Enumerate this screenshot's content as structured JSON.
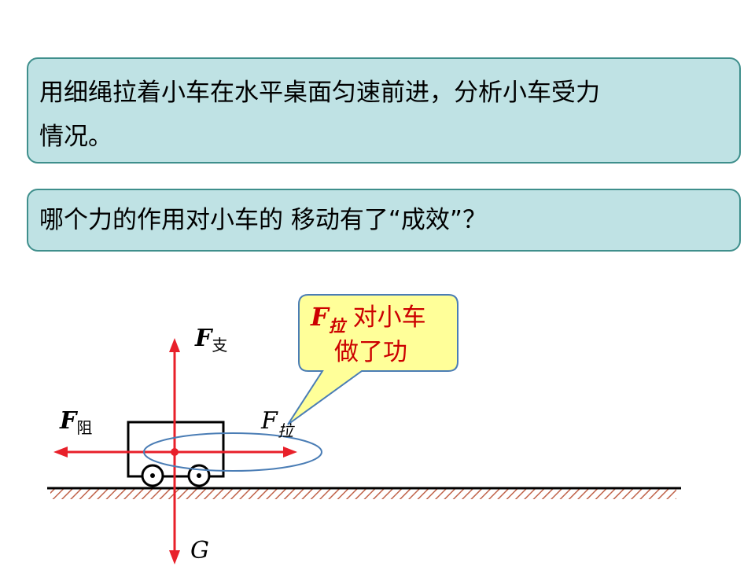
{
  "question": {
    "line1": "用细绳拉着小车在水平桌面匀速前进，分析小车受力",
    "line2": "情况。",
    "line3": "哪个力的作用对小车的 移动有了“成效”？"
  },
  "forces": {
    "support": {
      "symbol": "F",
      "subscript": "支"
    },
    "friction": {
      "symbol": "F",
      "subscript": "阻"
    },
    "pull": {
      "symbol": "F",
      "subscript": "拉"
    },
    "gravity": {
      "symbol": "G"
    }
  },
  "callout": {
    "symbol": "F",
    "subscript": "拉",
    "text1": " 对小车",
    "text2": "做了功"
  },
  "colors": {
    "box_fill": "#bfe2e4",
    "box_border": "#3f8f8c",
    "arrow": "#e8202a",
    "callout_fill": "#ffff99",
    "callout_border": "#4a7db5",
    "ground_hatch": "#c0634a",
    "callout_text": "#cc0000"
  }
}
